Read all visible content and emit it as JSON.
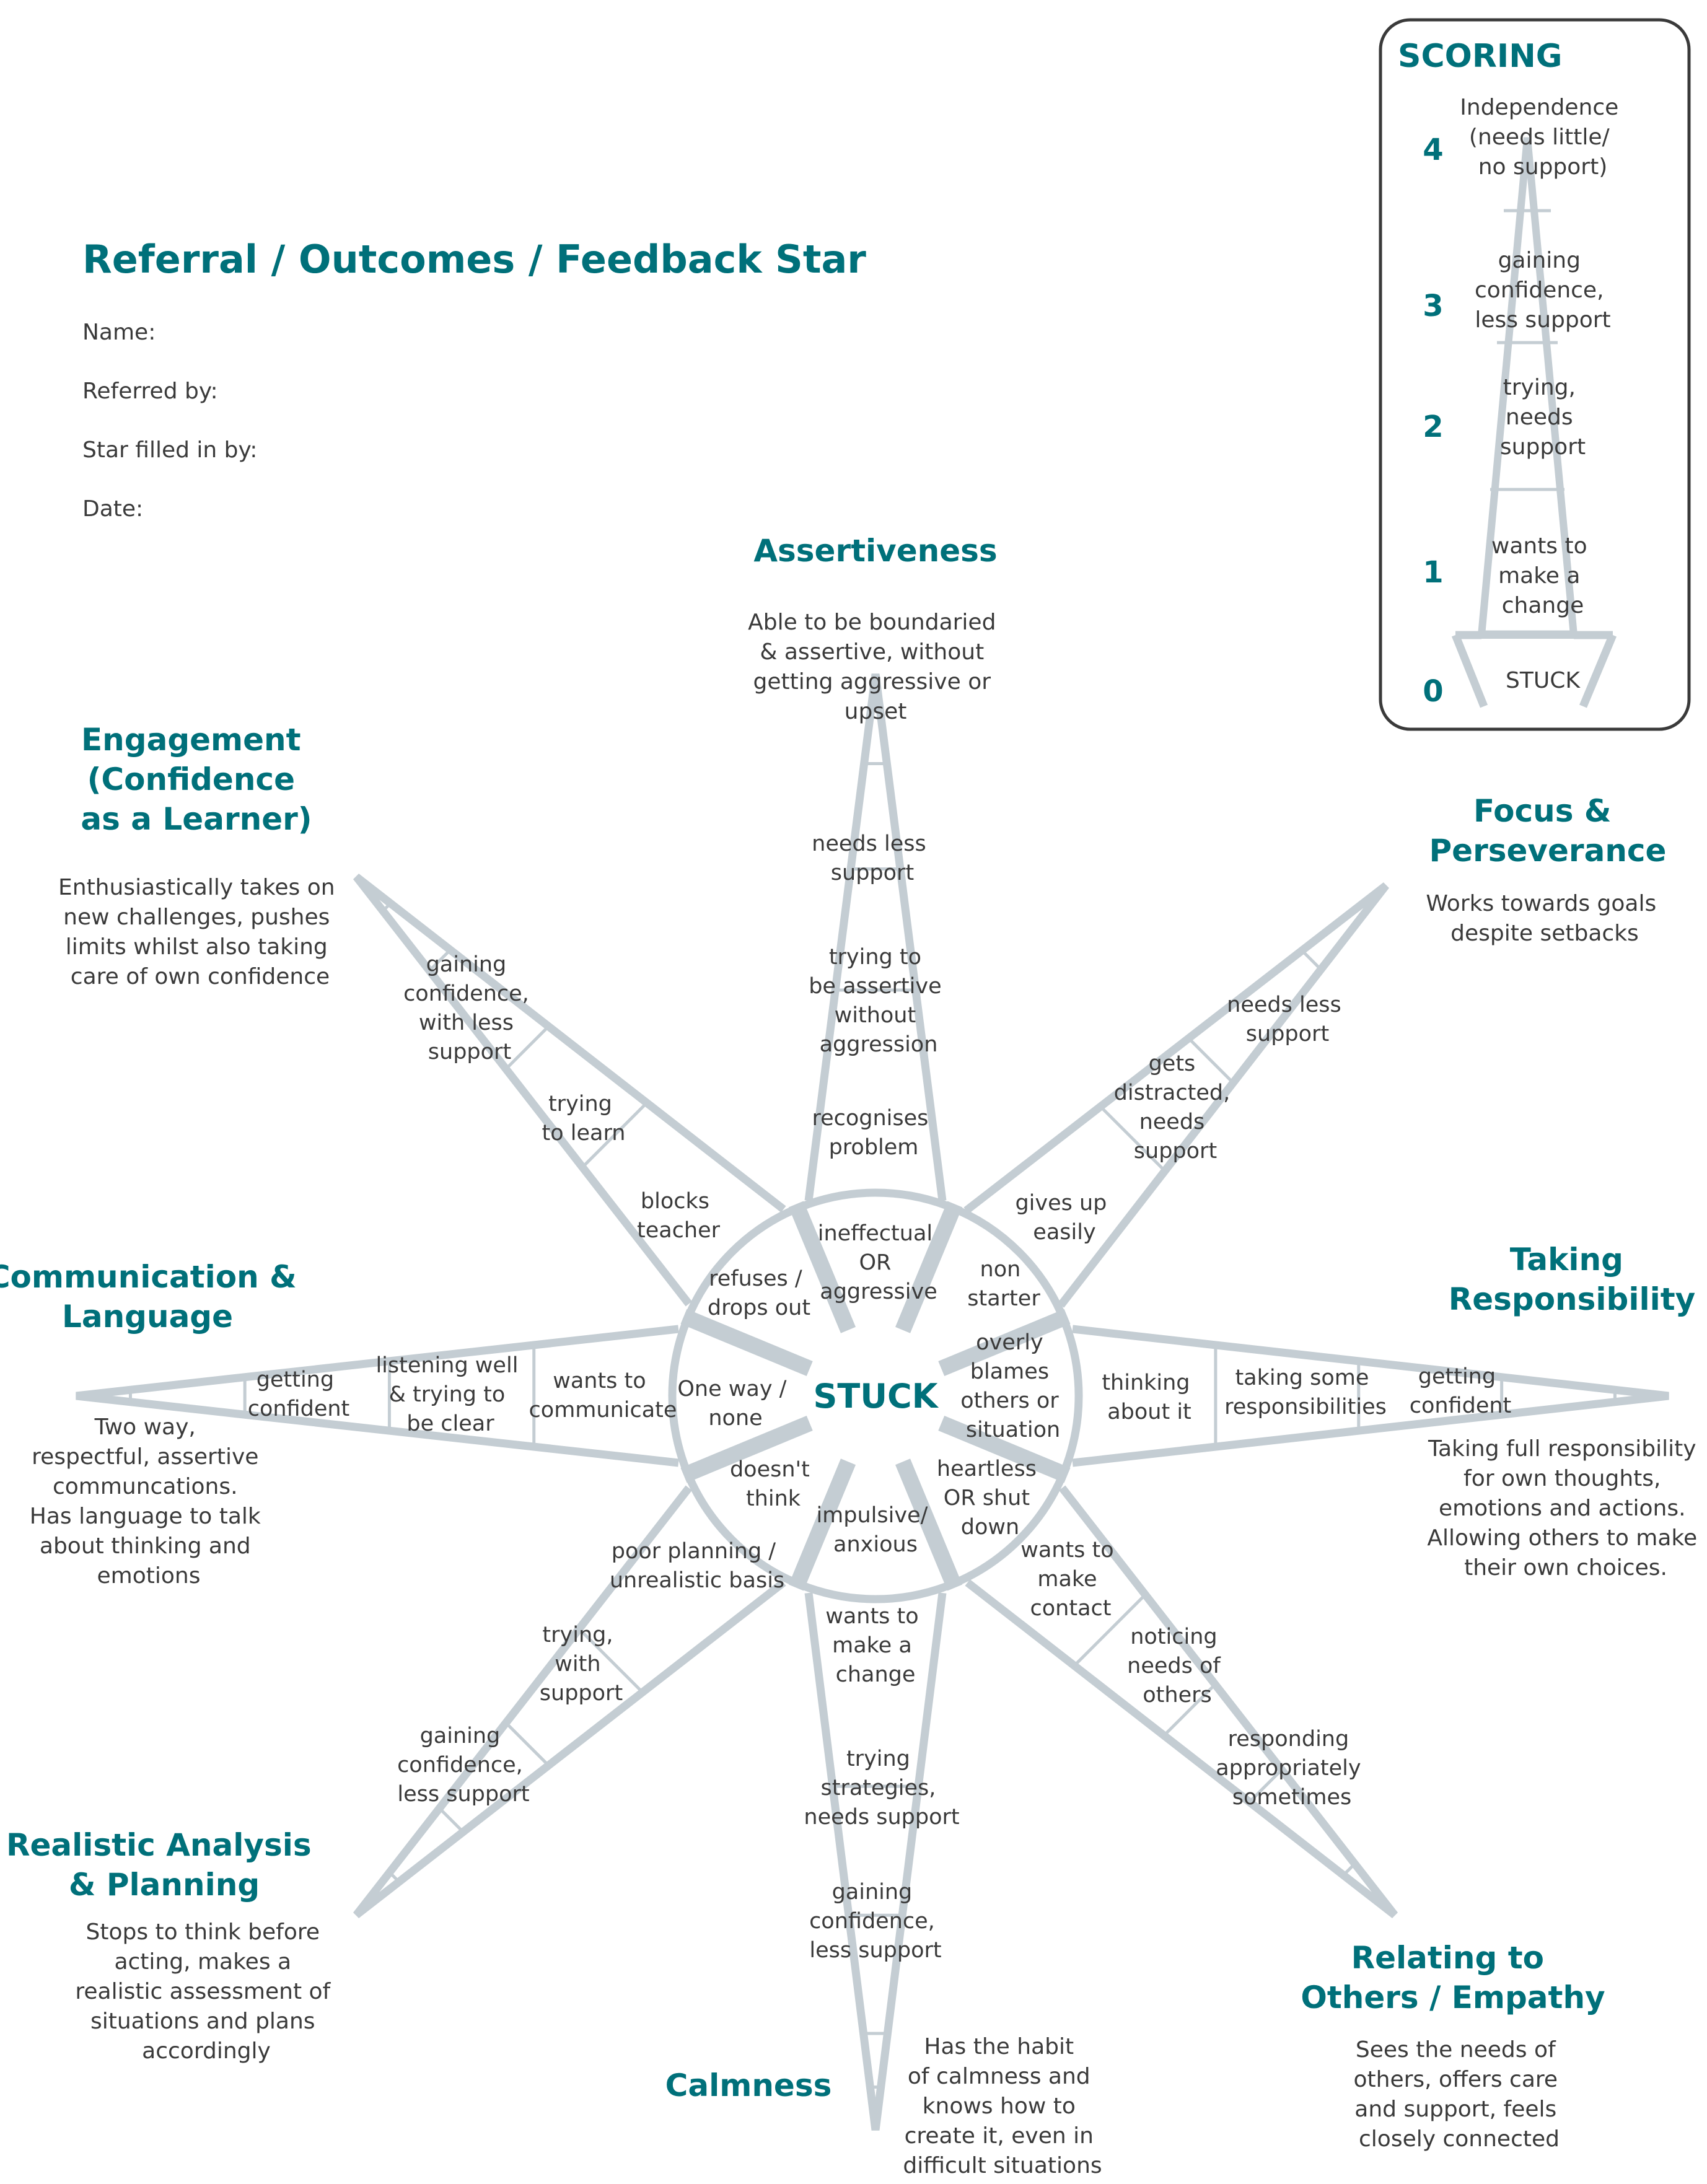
{
  "header": {
    "title": "Referral / Outcomes / Feedback Star",
    "fields": [
      "Name:",
      "Referred by:",
      "Star filled in by:",
      "Date:"
    ]
  },
  "scoring": {
    "title": "SCORING",
    "levels": [
      {
        "num": "4",
        "lines": [
          "Independence",
          "(needs little/",
          "no support)"
        ]
      },
      {
        "num": "3",
        "lines": [
          "gaining",
          "confidence,",
          "less support"
        ]
      },
      {
        "num": "2",
        "lines": [
          "trying,",
          "needs",
          "support"
        ]
      },
      {
        "num": "1",
        "lines": [
          "wants to",
          "make a",
          "change"
        ]
      },
      {
        "num": "0",
        "lines": [
          "STUCK"
        ]
      }
    ]
  },
  "center": {
    "label": "STUCK"
  },
  "arms": {
    "assertiveness": {
      "label_lines": [
        "Assertiveness"
      ],
      "desc_lines": [
        "Able to be boundaried",
        "& assertive, without",
        "getting aggressive or",
        "upset"
      ],
      "levels": [
        [
          "ineffectual",
          "OR",
          "aggressive"
        ],
        [
          "recognises",
          "problem"
        ],
        [
          "trying to",
          "be assertive",
          "without",
          "aggression"
        ],
        [
          "needs less",
          "support"
        ]
      ]
    },
    "focus": {
      "label_lines": [
        "Focus &",
        "Perseverance"
      ],
      "desc_lines": [
        "Works towards goals",
        "despite setbacks"
      ],
      "levels": [
        [
          "non",
          "starter"
        ],
        [
          "gives up",
          "easily"
        ],
        [
          "gets",
          "distracted,",
          "needs",
          "support"
        ],
        [
          "needs less",
          "support"
        ]
      ]
    },
    "responsibility": {
      "label_lines": [
        "Taking",
        "Responsibility"
      ],
      "desc_lines": [
        "Taking full responsibility",
        "for own thoughts,",
        "emotions and actions.",
        "Allowing others to make",
        "their own choices."
      ],
      "levels": [
        [
          "overly",
          "blames",
          "others or",
          "situation"
        ],
        [
          "thinking",
          "about  it"
        ],
        [
          "taking some",
          "responsibilities"
        ],
        [
          "getting",
          "confident"
        ]
      ]
    },
    "relating": {
      "label_lines": [
        "Relating to",
        "Others / Empathy"
      ],
      "desc_lines": [
        "Sees the needs of",
        "others, offers care",
        "and support, feels",
        "closely connected"
      ],
      "levels": [
        [
          "heartless",
          "OR  shut",
          "down"
        ],
        [
          "wants to",
          "make",
          "contact"
        ],
        [
          "noticing",
          "needs of",
          "others"
        ],
        [
          "responding",
          "appropriately",
          "sometimes"
        ]
      ]
    },
    "calmness": {
      "label_lines": [
        "Calmness"
      ],
      "desc_lines": [
        "Has the habit",
        "of calmness and",
        "knows how to",
        "create it, even in",
        "difficult situations"
      ],
      "levels": [
        [
          "impulsive/",
          "anxious"
        ],
        [
          "wants to",
          "make a",
          "change"
        ],
        [
          "trying",
          "strategies,",
          "needs support"
        ],
        [
          "gaining",
          "confidence,",
          "less support"
        ]
      ]
    },
    "analysis": {
      "label_lines": [
        "Realistic Analysis",
        "& Planning"
      ],
      "desc_lines": [
        "Stops to think before",
        "acting, makes a",
        "realistic assessment of",
        "situations and plans",
        "accordingly"
      ],
      "levels": [
        [
          "doesn't",
          "think"
        ],
        [
          "poor planning /",
          "unrealistic basis"
        ],
        [
          "trying,",
          "with",
          "support"
        ],
        [
          "gaining",
          "confidence,",
          "less support"
        ]
      ]
    },
    "communication": {
      "label_lines": [
        "Communication &",
        "Language"
      ],
      "desc_lines": [
        "Two way,",
        "respectful, assertive",
        "communcations.",
        "Has language to talk",
        "about thinking and",
        "emotions"
      ],
      "levels": [
        [
          "One way /",
          "none"
        ],
        [
          "wants to",
          "communicate"
        ],
        [
          "listening well",
          "& trying to",
          "be clear"
        ],
        [
          "getting",
          "confident"
        ]
      ]
    },
    "engagement": {
      "label_lines": [
        "Engagement",
        "(Confidence",
        "as a Learner)"
      ],
      "desc_lines": [
        "Enthusiastically takes on",
        "new challenges, pushes",
        "limits whilst also taking",
        "care of own confidence"
      ],
      "levels": [
        [
          "refuses /",
          "drops out"
        ],
        [
          "blocks",
          "teacher"
        ],
        [
          "trying",
          "to learn"
        ],
        [
          "gaining",
          "confidence,",
          "with less",
          "support"
        ]
      ]
    }
  }
}
